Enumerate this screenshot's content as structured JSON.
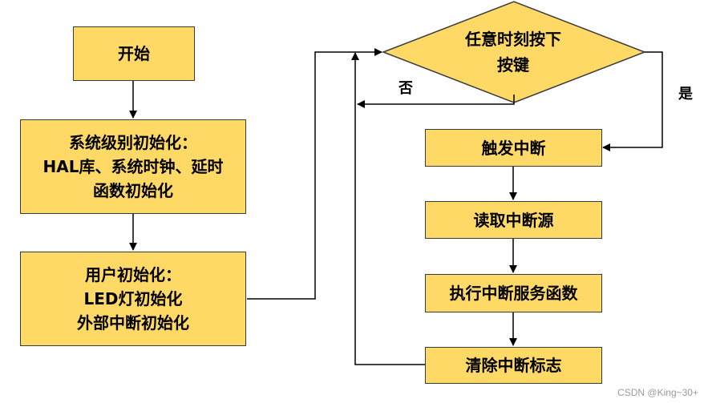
{
  "nodes": {
    "start": "开始",
    "system_init": [
      "系统级别初始化：",
      "HAL库、系统时钟、延时",
      "函数初始化"
    ],
    "user_init": [
      "用户初始化：",
      "LED灯初始化",
      "外部中断初始化"
    ],
    "decision": [
      "任意时刻按下",
      "按键"
    ],
    "trigger": "触发中断",
    "read_source": "读取中断源",
    "execute_isr": "执行中断服务函数",
    "clear_flag": "清除中断标志"
  },
  "labels": {
    "no": "否",
    "yes": "是"
  },
  "watermark": "CSDN @King~30+",
  "colors": {
    "box_fill": "#ffd966",
    "box_border": "#3b3b3b",
    "arrow": "#000000"
  }
}
